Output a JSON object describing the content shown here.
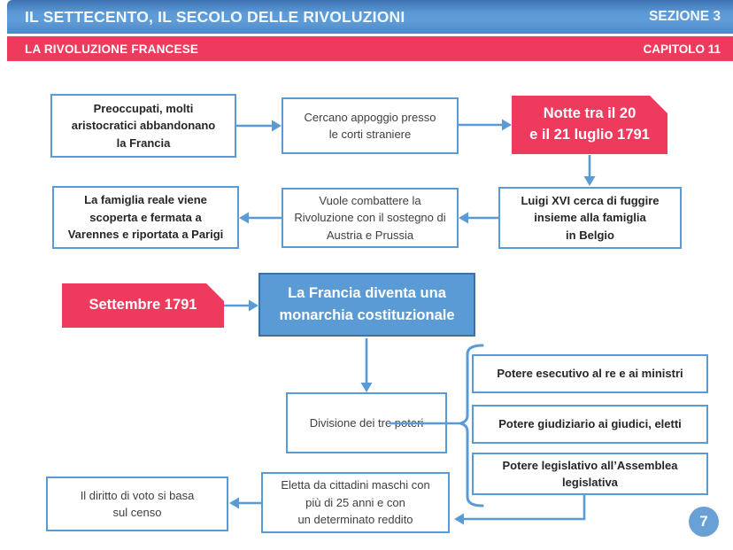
{
  "header": {
    "title": "IL SETTECENTO, IL SECOLO DELLE RIVOLUZIONI",
    "section": "SEZIONE 3",
    "subtitle": "LA RIVOLUZIONE FRANCESE",
    "chapter": "CAPITOLO 11"
  },
  "colors": {
    "accent": "#5b9bd5",
    "accent-dark": "#41719c",
    "red": "#ee3a5d"
  },
  "boxes": {
    "preoccupati": {
      "text": "Preoccupati, molti\naristocratici abbandonano\nla Francia"
    },
    "cercano": {
      "text": "Cercano appoggio presso\nle corti straniere"
    },
    "notte": {
      "text": "Notte tra il 20\ne il 21 luglio 1791"
    },
    "luigi": {
      "text": "Luigi XVI cerca di fuggire\ninsieme alla famiglia\nin Belgio"
    },
    "vuole": {
      "text": "Vuole combattere la\nRivoluzione con il sostegno di\nAustria e Prussia"
    },
    "famiglia": {
      "text": "La famiglia reale viene\nscoperta e fermata a\nVarennes e riportata a Parigi"
    },
    "settembre": {
      "text": "Settembre 1791"
    },
    "francia": {
      "text": "La Francia diventa una\nmonarchia costituzionale"
    },
    "divisione": {
      "text": "Divisione dei tre poteri"
    },
    "esecutivo": {
      "text": "Potere esecutivo al re e ai ministri"
    },
    "giudiziario": {
      "text": "Potere giudiziario ai giudici, eletti"
    },
    "legislativo": {
      "text": "Potere legislativo all’Assemblea\nlegislativa"
    },
    "eletta": {
      "text": "Eletta da cittadini maschi con\npiù di 25 anni e con\nun determinato reddito"
    },
    "diritto": {
      "text": "Il diritto di voto si basa\nsul censo"
    }
  },
  "page_number": "7"
}
